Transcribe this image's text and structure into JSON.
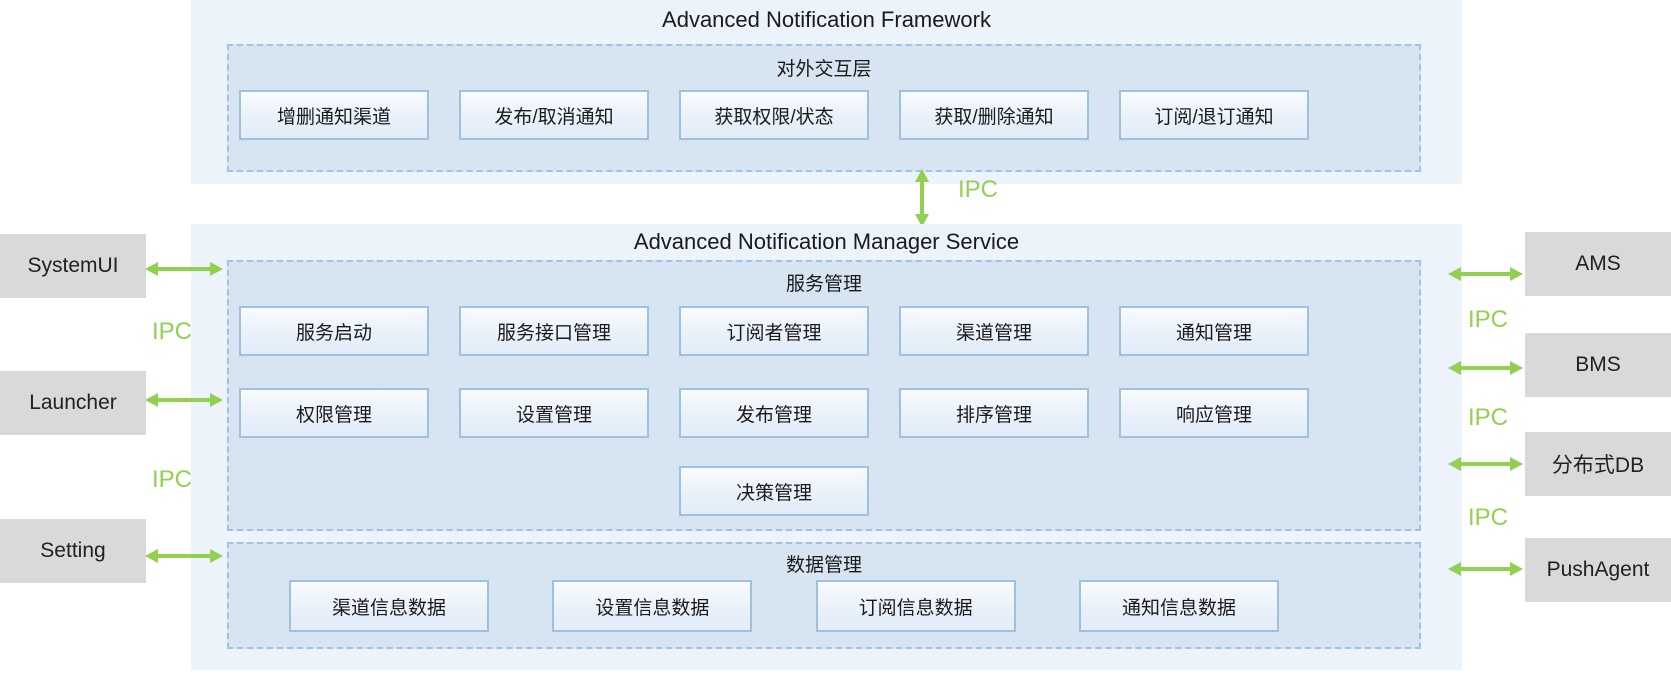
{
  "colors": {
    "panel_bg": "#EDF3FA",
    "layer_fill": "#D7E4F2",
    "dashed_border": "#9DC3E6",
    "button_border": "#9CC2E0",
    "module_box_bg": "#D9D9D9",
    "ipc_green": "#92D050"
  },
  "framework": {
    "title": "Advanced Notification Framework",
    "interaction_layer": {
      "label": "对外交互层",
      "buttons": [
        "增删通知渠道",
        "发布/取消通知",
        "获取权限/状态",
        "获取/删除通知",
        "订阅/退订通知"
      ]
    }
  },
  "manager_service": {
    "title": "Advanced Notification Manager Service",
    "service_layer": {
      "label": "服务管理",
      "row1": [
        "服务启动",
        "服务接口管理",
        "订阅者管理",
        "渠道管理",
        "通知管理"
      ],
      "row2": [
        "权限管理",
        "设置管理",
        "发布管理",
        "排序管理",
        "响应管理"
      ],
      "row3": [
        "决策管理"
      ]
    },
    "data_layer": {
      "label": "数据管理",
      "buttons": [
        "渠道信息数据",
        "设置信息数据",
        "订阅信息数据",
        "通知信息数据"
      ]
    }
  },
  "ipc": {
    "label": "IPC"
  },
  "left_modules": [
    {
      "label": "SystemUI"
    },
    {
      "label": "Launcher"
    },
    {
      "label": "Setting"
    }
  ],
  "right_modules": [
    {
      "label": "AMS"
    },
    {
      "label": "BMS"
    },
    {
      "label": "分布式DB"
    },
    {
      "label": "PushAgent"
    }
  ]
}
